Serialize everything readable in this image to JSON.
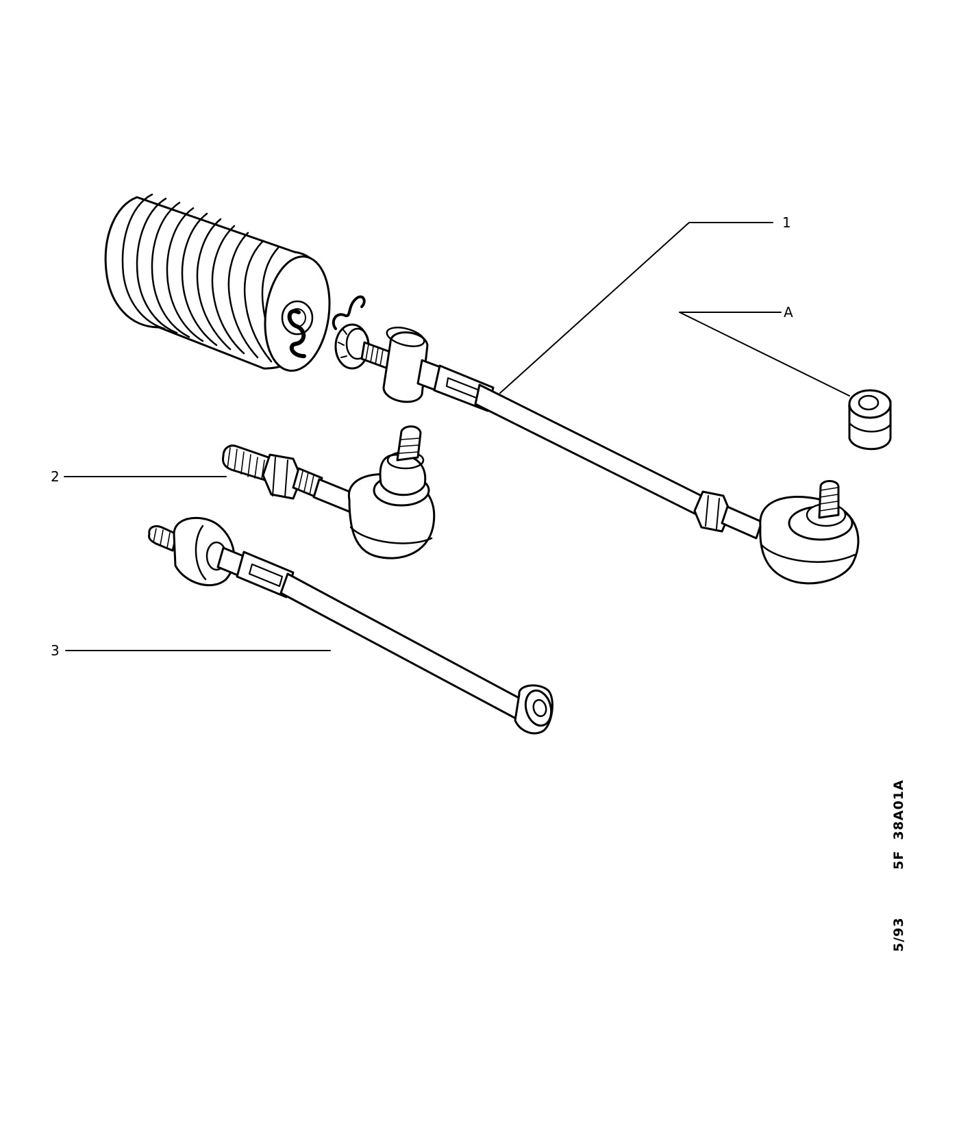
{
  "callouts": {
    "one": "1",
    "a": "A",
    "two": "2",
    "three": "3"
  },
  "reference": {
    "date": "5/93",
    "code": "5F  38A01A"
  },
  "colors": {
    "ink": "#000000",
    "paper": "#ffffff"
  }
}
